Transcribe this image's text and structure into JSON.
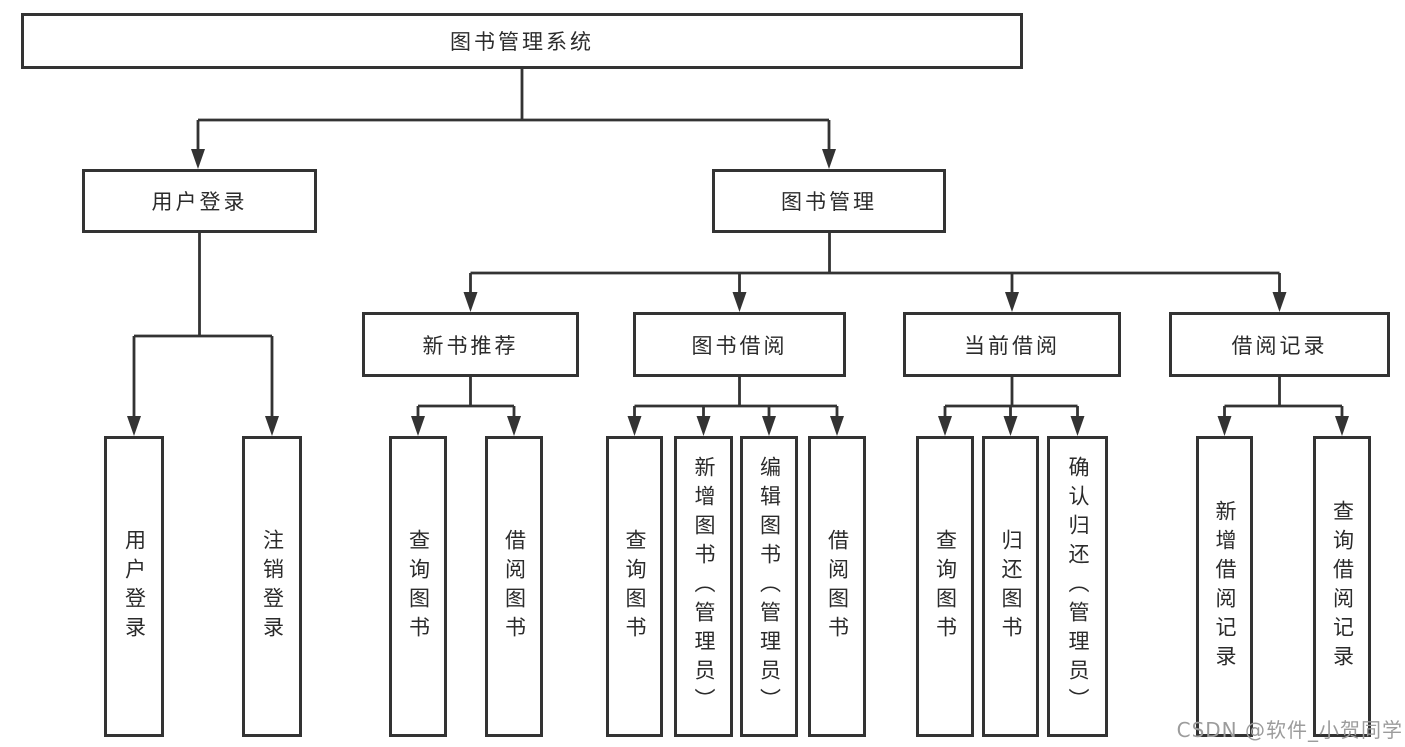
{
  "diagram": {
    "root": {
      "label": "图书管理系统"
    },
    "level1": {
      "user_login": {
        "label": "用户登录"
      },
      "book_mgmt": {
        "label": "图书管理"
      }
    },
    "level2": {
      "new_book": {
        "label": "新书推荐"
      },
      "book_borrow": {
        "label": "图书借阅"
      },
      "current_borrow": {
        "label": "当前借阅"
      },
      "borrow_record": {
        "label": "借阅记录"
      }
    },
    "leaves": {
      "user_login": [
        {
          "label": "用户登录"
        },
        {
          "label": "注销登录"
        }
      ],
      "new_book": [
        {
          "label": "查询图书"
        },
        {
          "label": "借阅图书"
        }
      ],
      "book_borrow": [
        {
          "label": "查询图书"
        },
        {
          "label": "新增图书（管理员）"
        },
        {
          "label": "编辑图书（管理员）"
        },
        {
          "label": "借阅图书"
        }
      ],
      "current_borrow": [
        {
          "label": "查询图书"
        },
        {
          "label": "归还图书"
        },
        {
          "label": "确认归还（管理员）"
        }
      ],
      "borrow_record": [
        {
          "label": "新增借阅记录"
        },
        {
          "label": "查询借阅记录"
        }
      ]
    }
  },
  "watermark": {
    "text": "CSDN @软件_小贺同学"
  },
  "colors": {
    "line": "#333333",
    "text": "#2b2b2b",
    "background": "#ffffff",
    "watermark": "#9c9c9c"
  }
}
